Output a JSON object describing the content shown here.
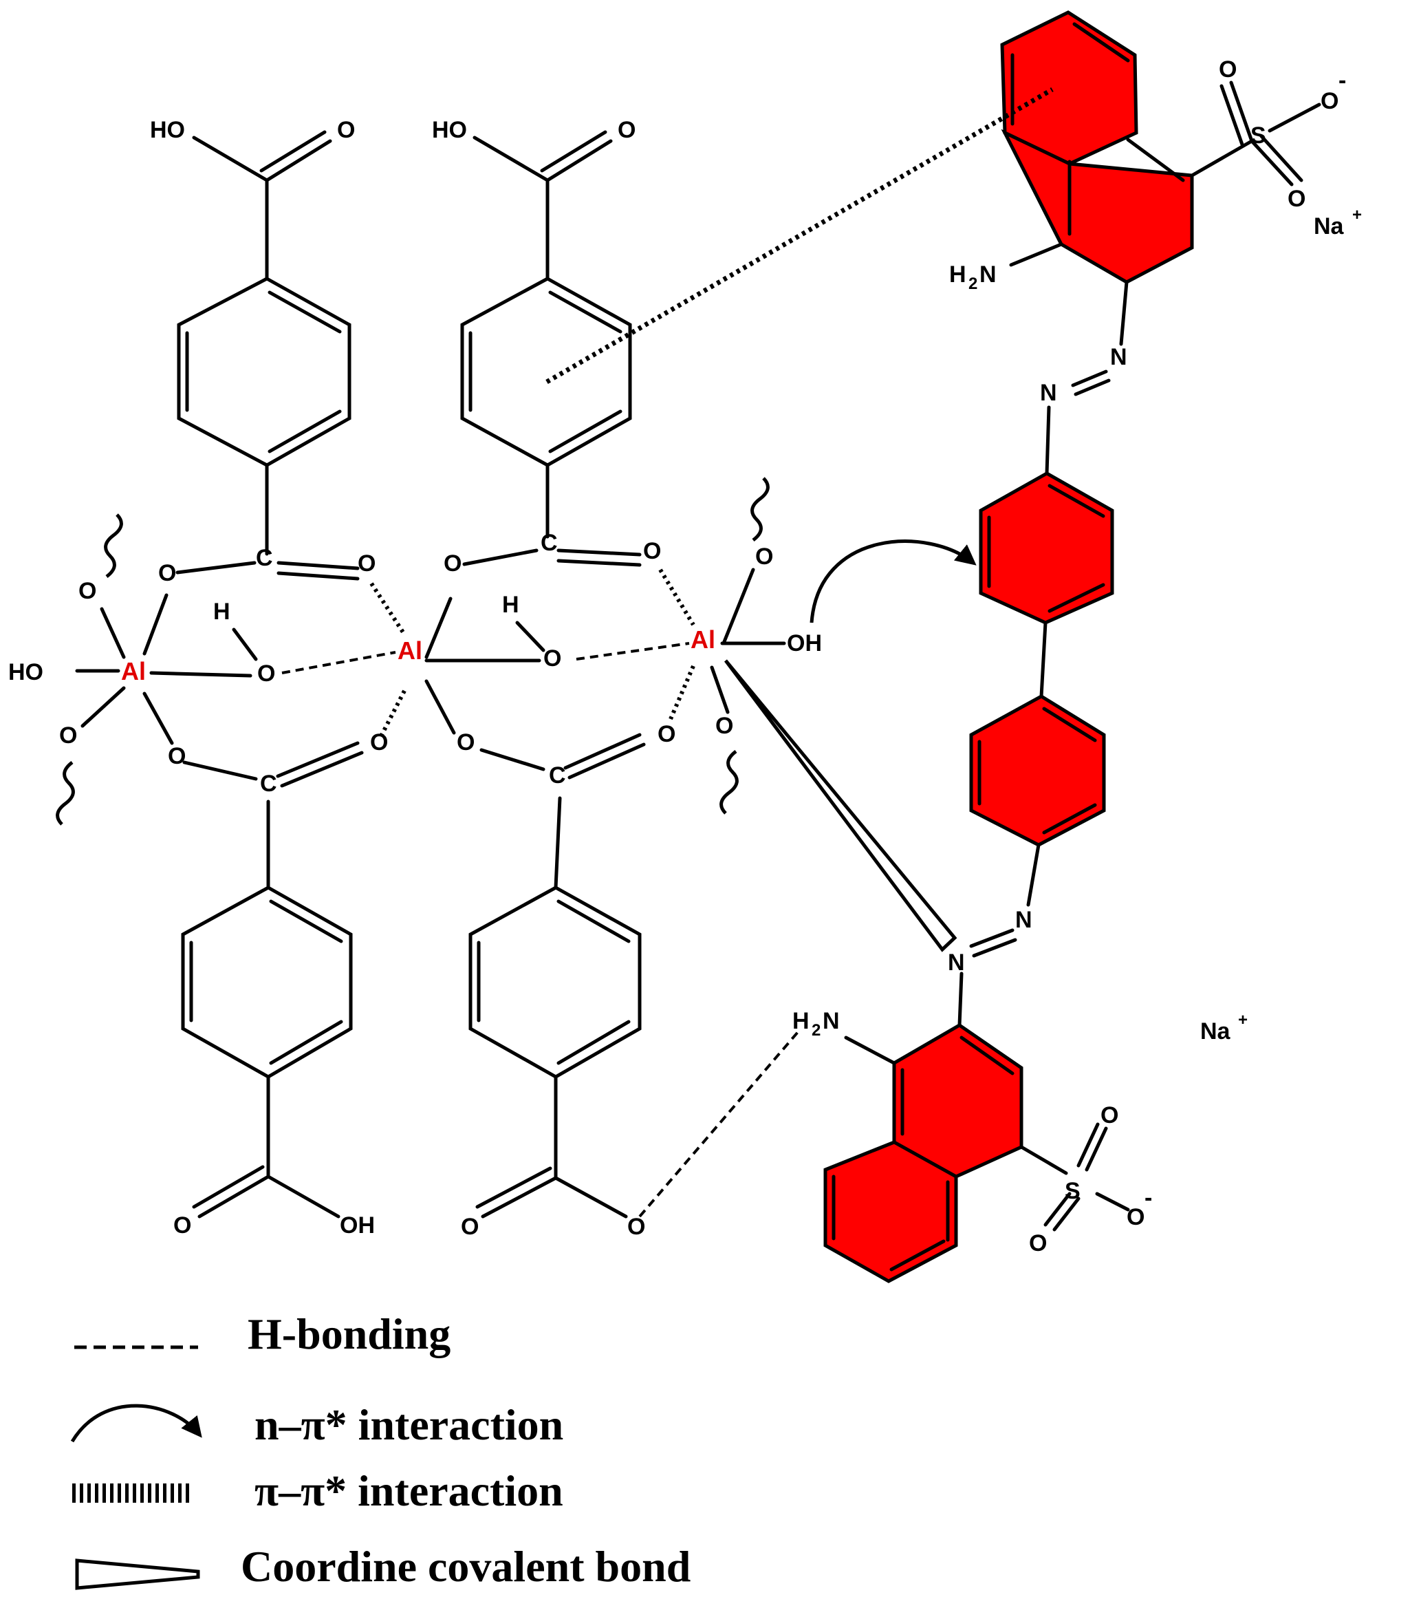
{
  "atoms": {
    "ho_1": "HO",
    "o_1": "O",
    "ho_2": "HO",
    "o_2": "O",
    "ho_al": "HO",
    "al_1": "Al",
    "al_2": "Al",
    "al_3": "Al",
    "h_1": "H",
    "h_2": "H",
    "o_w1": "O",
    "o_w2": "O",
    "o_c1a": "O",
    "o_c1b": "O",
    "c_1": "C",
    "o_c2a": "O",
    "o_c2b": "O",
    "c_2": "C",
    "o_c3a": "O",
    "o_c3b": "O",
    "c_3": "C",
    "o_c4a": "O",
    "o_c4b": "O",
    "c_4": "C",
    "o_al1a": "O",
    "o_al1b": "O",
    "o_al3a": "O",
    "o_al3b": "O",
    "oh_al3": "OH",
    "o_b1": "O",
    "oh_b1": "OH",
    "o_b2": "O",
    "o_b2b": "O",
    "s_top": "S",
    "o_s1": "O",
    "o_s2": "O",
    "o_s3": "O",
    "minus_top": "-",
    "nh2_top": "H",
    "nh2_top_sub": "2",
    "nh2_top_n": "N",
    "n_1": "N",
    "n_2": "N",
    "n_3": "N",
    "n_4": "N",
    "nh2_bot": "H",
    "nh2_bot_sub": "2",
    "nh2_bot_n": "N",
    "s_bot": "S",
    "o_s4": "O",
    "o_s5": "O",
    "o_s6": "O",
    "minus_bot": "-"
  },
  "counterions": {
    "na_1": "Na",
    "na_1_sup": "+",
    "na_2": "Na",
    "na_2_sup": "+"
  },
  "legend": {
    "h_bonding": "H-bonding",
    "n_pi": "n–π* interaction",
    "pi_pi": "π–π* interaction",
    "coordinate": "Coordine covalent bond"
  },
  "colors": {
    "dye_fill": "#ff0000",
    "aluminium": "#e00000",
    "bond": "#000000"
  }
}
